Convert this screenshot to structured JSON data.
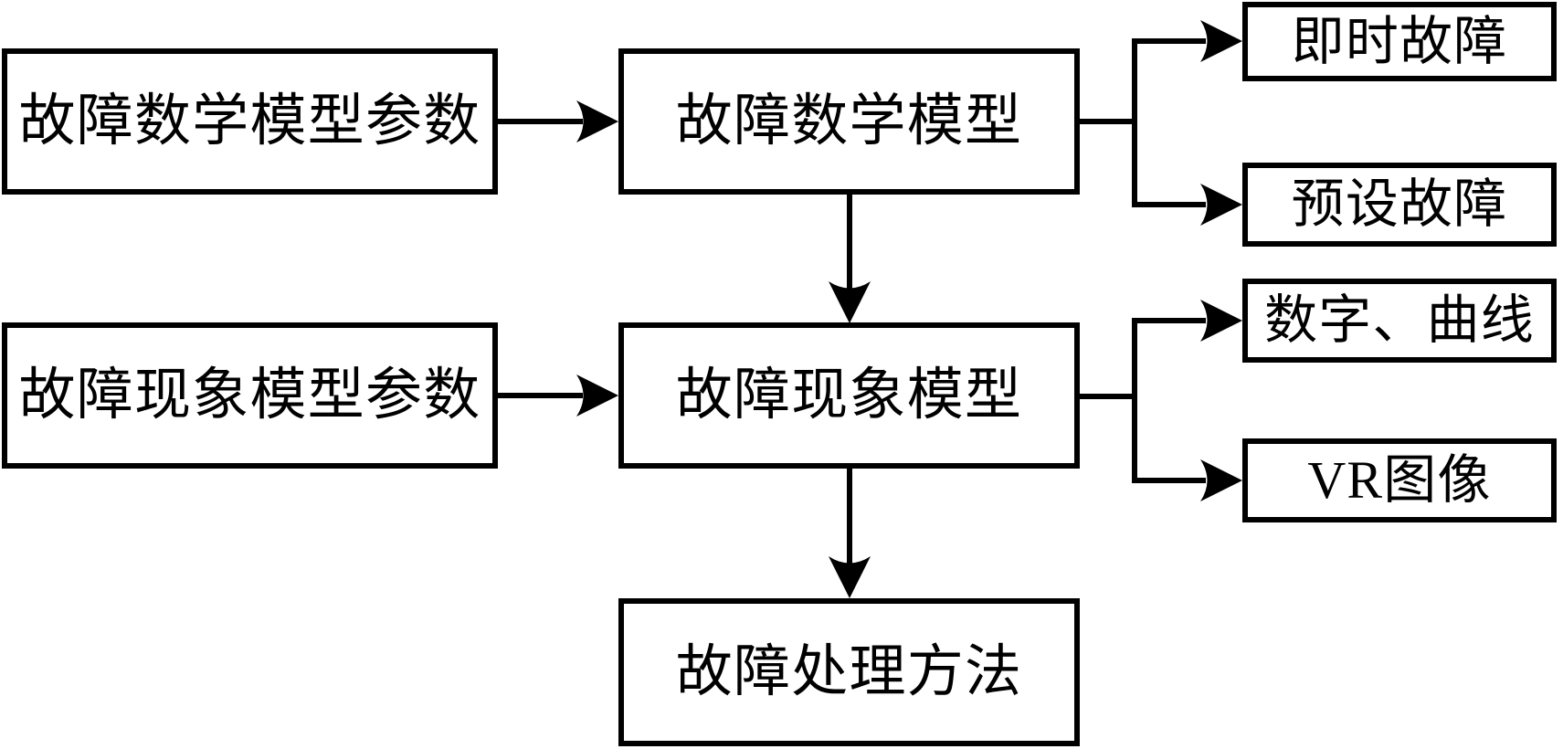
{
  "diagram": {
    "background": "#ffffff",
    "line_color": "#000000",
    "box_fill": "#ffffff",
    "box_border_color": "#000000",
    "nodes": [
      {
        "id": "fault-math-params",
        "label": "故障数学模型参数"
      },
      {
        "id": "fault-math-model",
        "label": "故障数学模型"
      },
      {
        "id": "instant-fault",
        "label": "即时故障"
      },
      {
        "id": "preset-fault",
        "label": "预设故障"
      },
      {
        "id": "fault-phen-params",
        "label": "故障现象模型参数"
      },
      {
        "id": "fault-phen-model",
        "label": "故障现象模型"
      },
      {
        "id": "digits-curves",
        "label": "数字、曲线"
      },
      {
        "id": "vr-image",
        "label": "VR图像"
      },
      {
        "id": "fault-handling",
        "label": "故障处理方法"
      }
    ],
    "edges": [
      {
        "from": "故障数学模型参数",
        "to": "故障数学模型"
      },
      {
        "from": "故障数学模型",
        "to": "即时故障"
      },
      {
        "from": "故障数学模型",
        "to": "预设故障"
      },
      {
        "from": "故障数学模型",
        "to": "故障现象模型"
      },
      {
        "from": "故障现象模型参数",
        "to": "故障现象模型"
      },
      {
        "from": "故障现象模型",
        "to": "数字、曲线"
      },
      {
        "from": "故障现象模型",
        "to": "VR图像"
      },
      {
        "from": "故障现象模型",
        "to": "故障处理方法"
      }
    ]
  }
}
